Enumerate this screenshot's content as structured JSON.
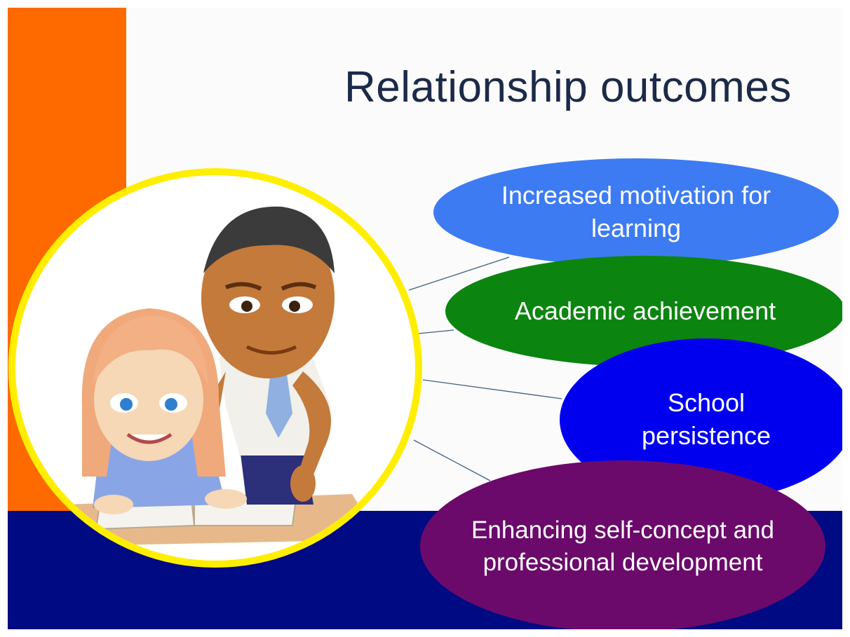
{
  "slide": {
    "title": "Relationship outcomes",
    "colors": {
      "accent_bar": "#ff6a00",
      "bottom_band": "#000a82",
      "photo_ring": "#ffee00",
      "title_text": "#1b2a48"
    },
    "image": {
      "description_icon": "teacher-helping-student-reading-illustration"
    },
    "outcomes": [
      {
        "label": "Increased motivation for learning",
        "color": "#3d7bf2"
      },
      {
        "label": "Academic achievement",
        "color": "#0b850f"
      },
      {
        "label": "School persistence",
        "color": "#0000ee"
      },
      {
        "label": "Enhancing self-concept and professional development",
        "color": "#6b0a6b"
      }
    ]
  }
}
